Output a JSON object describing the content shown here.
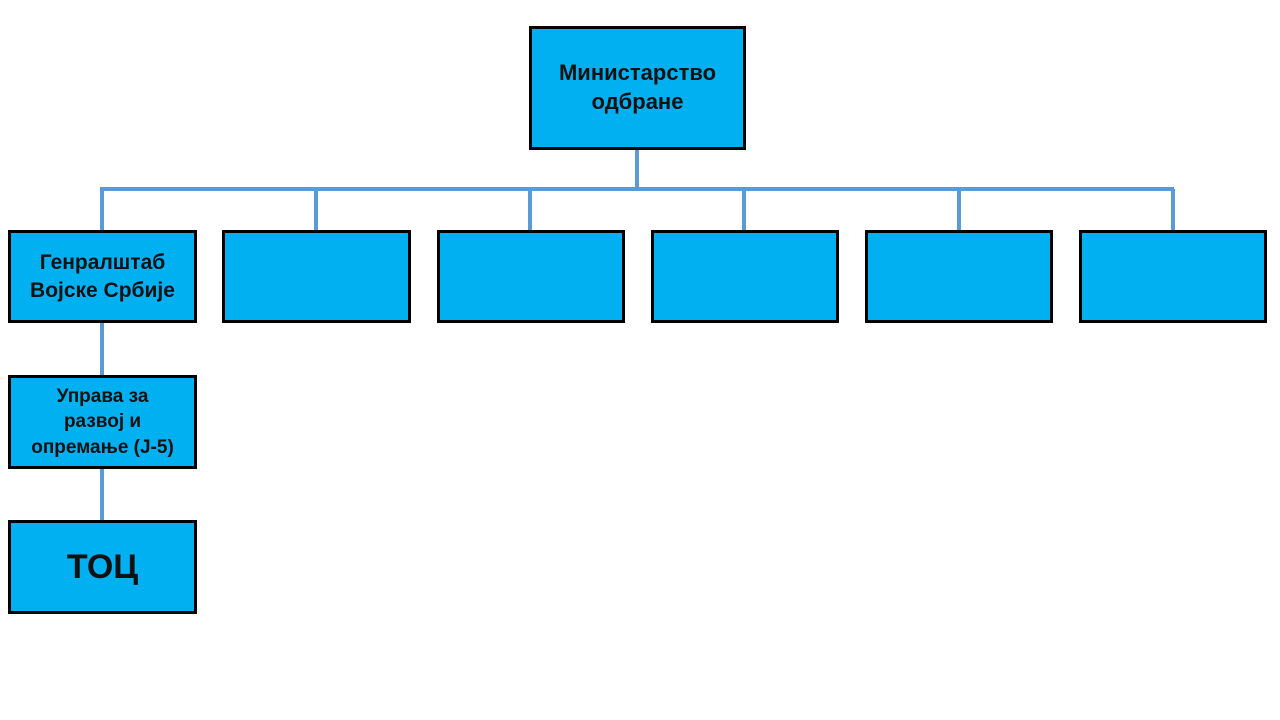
{
  "colors": {
    "box_fill": "#00b0f0",
    "box_border": "#000000",
    "connector": "#5b9bd5"
  },
  "org_chart": {
    "root": {
      "label": "Министарство\nодбране"
    },
    "level1": [
      {
        "label": "Генралштаб\nВојске Србије"
      },
      {
        "label": ""
      },
      {
        "label": ""
      },
      {
        "label": ""
      },
      {
        "label": ""
      },
      {
        "label": ""
      }
    ],
    "level2": {
      "label": "Управа за\nразвој и\nопремање (Ј-5)"
    },
    "level3": {
      "label": "ТОЦ"
    }
  }
}
